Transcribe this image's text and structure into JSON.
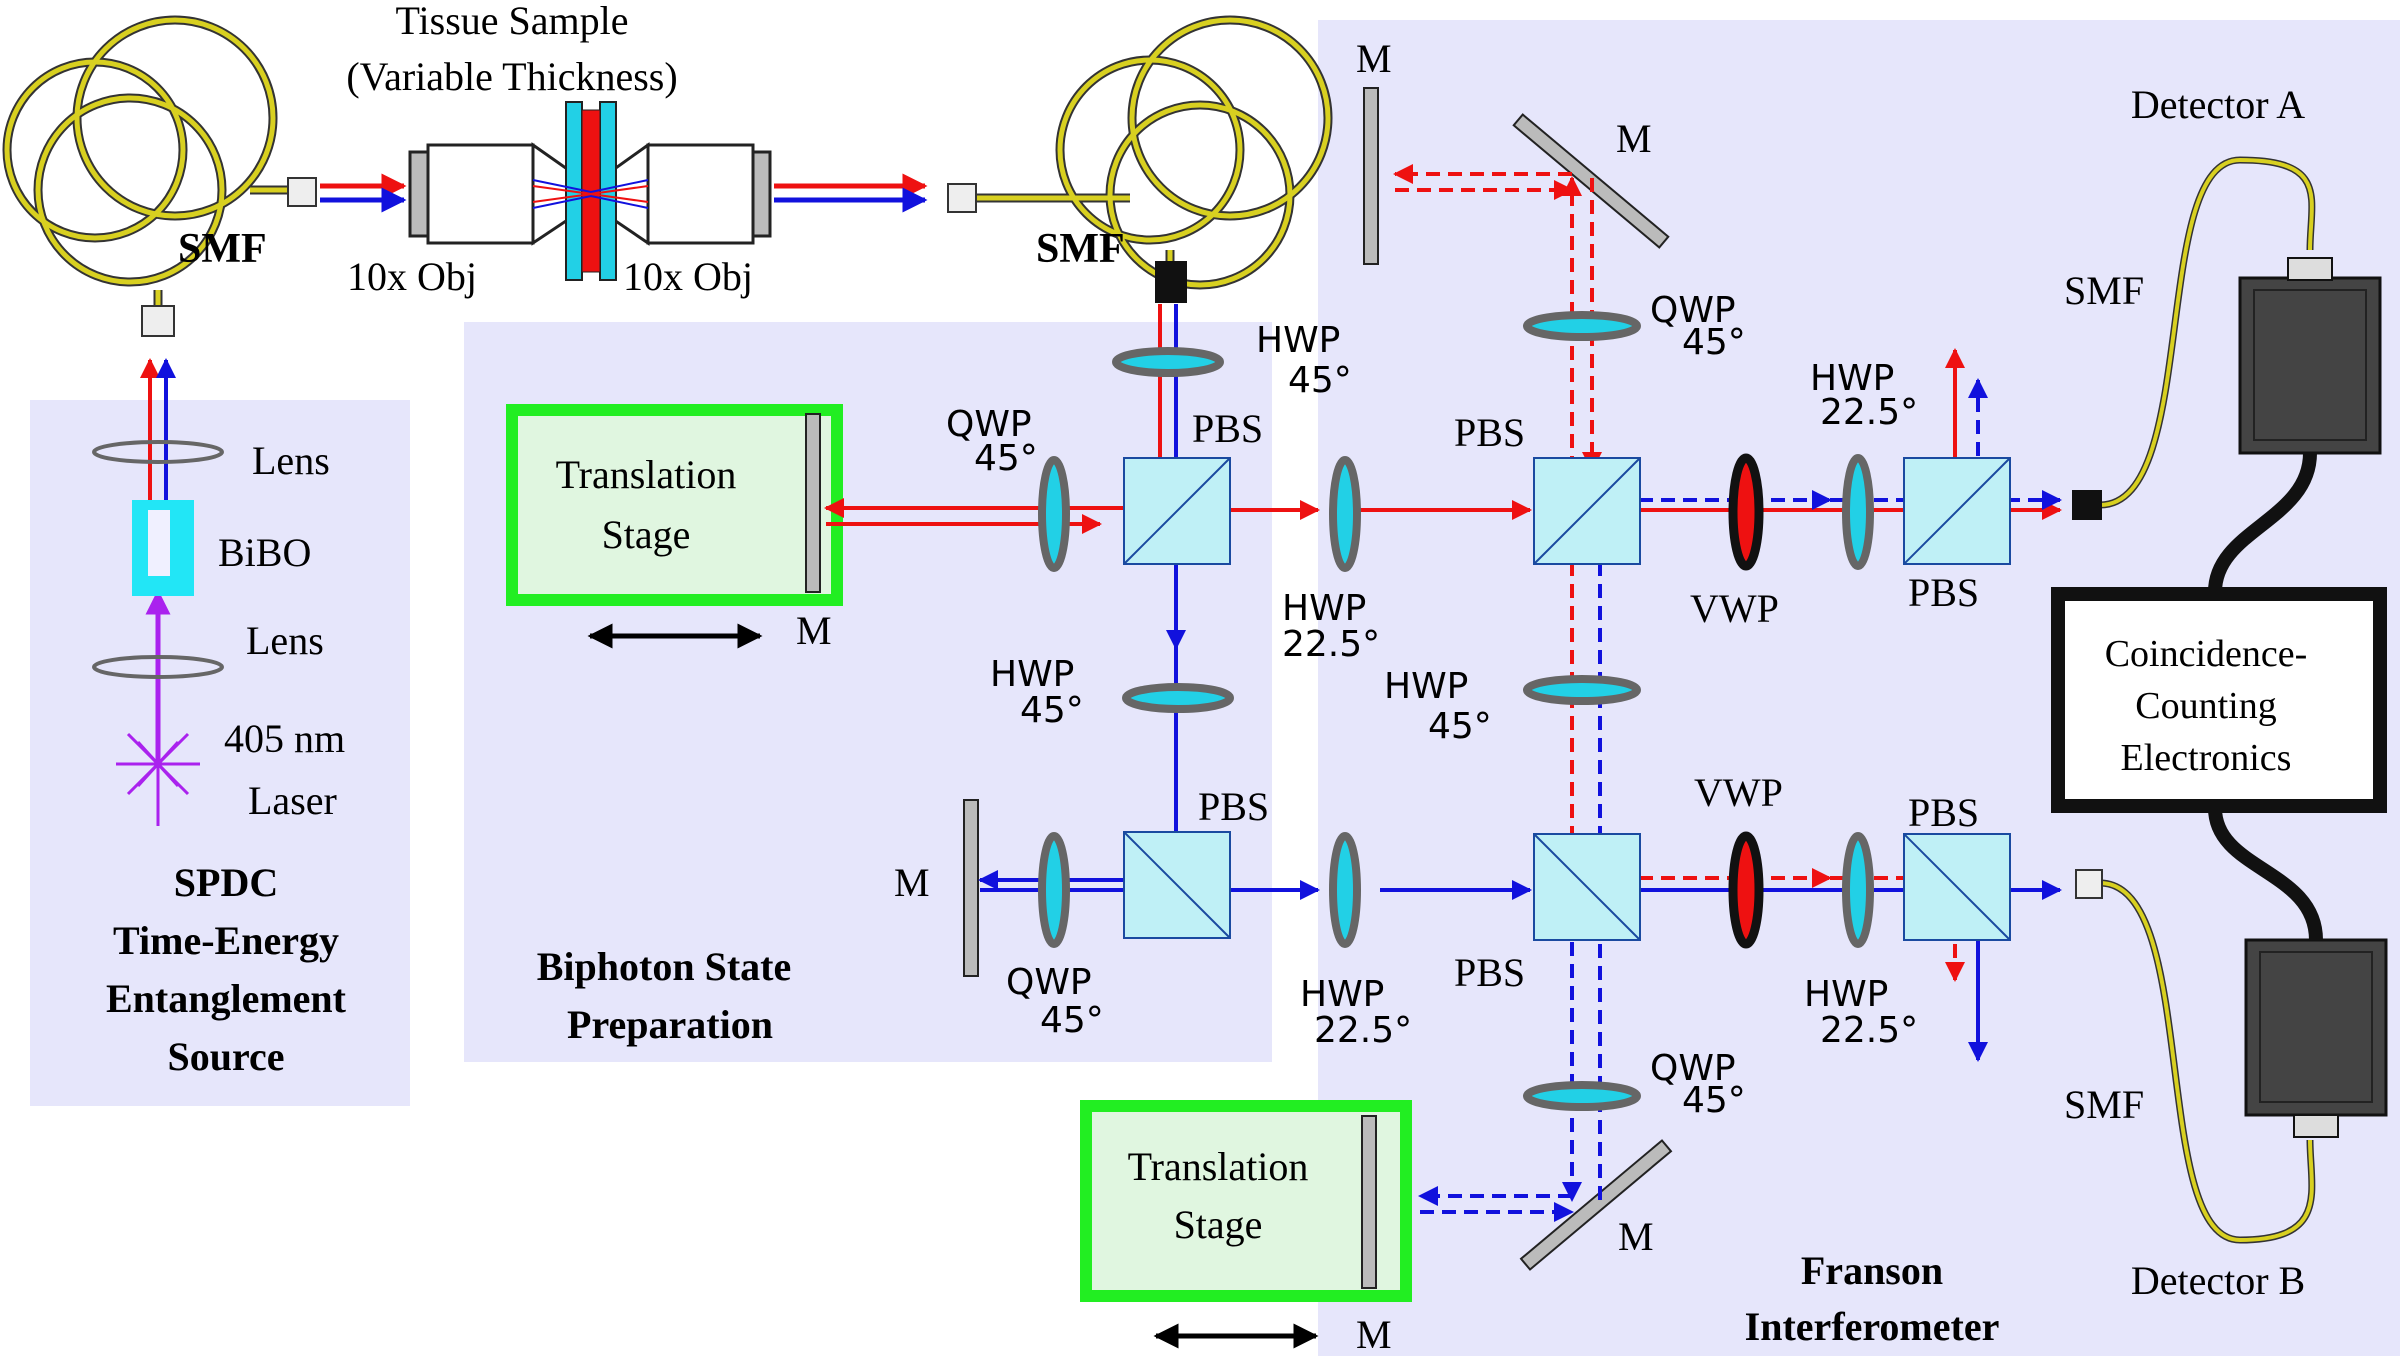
{
  "labels": {
    "tissue_title": "Tissue Sample",
    "tissue_subtitle": "(Variable Thickness)",
    "smf": "SMF",
    "obj": "10x Obj",
    "lens": "Lens",
    "bibo": "BiBO",
    "laser_nm": "405 nm",
    "laser": "Laser",
    "source_line1": "SPDC",
    "source_line2": "Time-Energy",
    "source_line3": "Entanglement",
    "source_line4": "Source",
    "translation": "Translation",
    "stage": "Stage",
    "mirror": "M",
    "pbs": "PBS",
    "hwp": "HWP",
    "qwp": "QWP",
    "vwp": "VWP",
    "angle45": "45°",
    "angle225": "22.5°",
    "prep_line1": "Biphoton State",
    "prep_line2": "Preparation",
    "franson_line1": "Franson",
    "franson_line2": "Interferometer",
    "detector_a": "Detector A",
    "detector_b": "Detector B",
    "cc_line1": "Coincidence-",
    "cc_line2": "Counting",
    "cc_line3": "Electronics"
  },
  "colors": {
    "panel": "#e6e6fb",
    "red_beam": "#ee1111",
    "blue_beam": "#1111dd",
    "laser": "#aa22ee",
    "fiber": "#d8d020",
    "stage_border": "#22ee22",
    "stage_fill": "#e0f6e0",
    "pbs_fill": "#bff0f6",
    "waveplate_fill": "#22d0e6",
    "vwp_fill": "#ee1111",
    "detector": "#444444"
  }
}
